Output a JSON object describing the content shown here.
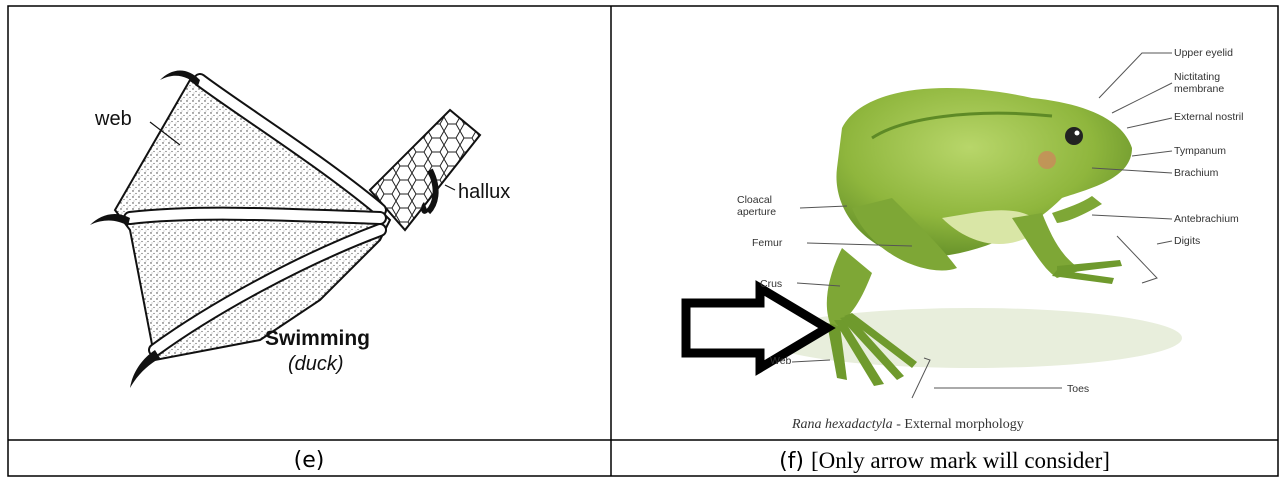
{
  "duck_panel": {
    "labels": {
      "web": "web",
      "hallux": "hallux",
      "title": "Swimming",
      "subtitle": "(duck)"
    }
  },
  "frog_panel": {
    "labels": {
      "upper_eyelid": "Upper eyelid",
      "nictitating_1": "Nictitating",
      "nictitating_2": "membrane",
      "external_nostril": "External nostril",
      "tympanum": "Tympanum",
      "brachium": "Brachium",
      "cloacal_1": "Cloacal",
      "cloacal_2": "aperture",
      "antebrachium": "Antebrachium",
      "femur": "Femur",
      "digits": "Digits",
      "crus": "Crus",
      "web": "Web",
      "toes": "Toes"
    },
    "caption_species": "Rana hexadactyla",
    "caption_rest": " - External morphology"
  },
  "captions": {
    "e": "(e)",
    "f_prefix": "(f) ",
    "f_note": "[Only arrow mark will consider]"
  },
  "colors": {
    "frog_body": "#8fb63d",
    "frog_shadow": "#5e8a26",
    "frog_belly": "#d9e6a6",
    "border": "#000000"
  }
}
